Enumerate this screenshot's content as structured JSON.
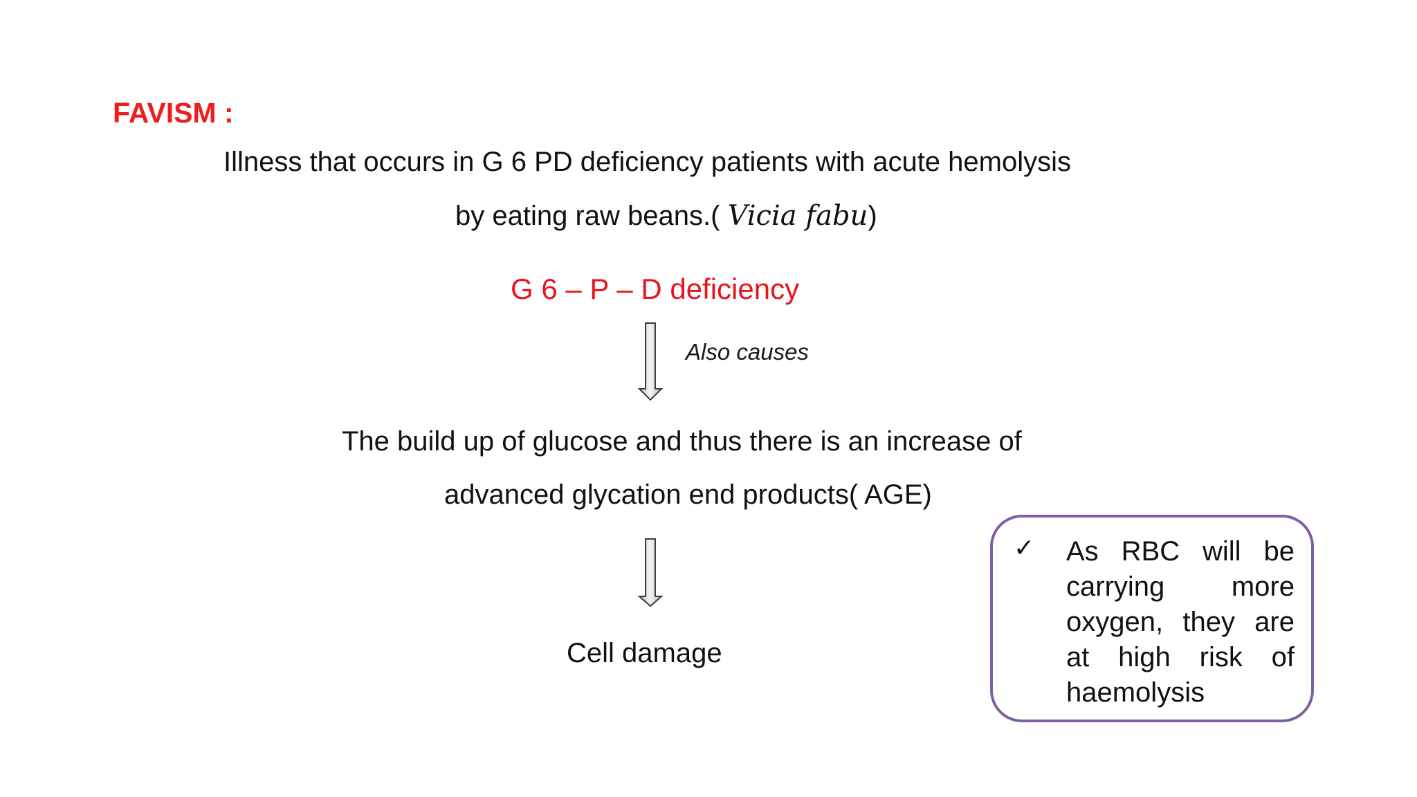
{
  "heading": "FAVISM :",
  "definition": {
    "line1": "Illness that occurs in G 6 PD deficiency patients with acute hemolysis",
    "line2_prefix": "by eating raw beans.( ",
    "species": "Vicia fabu",
    "line2_suffix": ")"
  },
  "flow": {
    "cause": "G 6 – P – D deficiency",
    "arrow1_label": "Also causes",
    "effect_line1": "The build up of glucose and thus there is an increase of",
    "effect_line2": "advanced glycation end products( AGE)",
    "final": "Cell damage"
  },
  "note": {
    "text": "As RBC will be carrying more oxygen, they are at high risk of haemolysis"
  },
  "colors": {
    "heading": "#ee1c1c",
    "cause": "#e8141c",
    "note_border": "#7e5fa3",
    "arrow_fill": "#e0e0e0"
  }
}
